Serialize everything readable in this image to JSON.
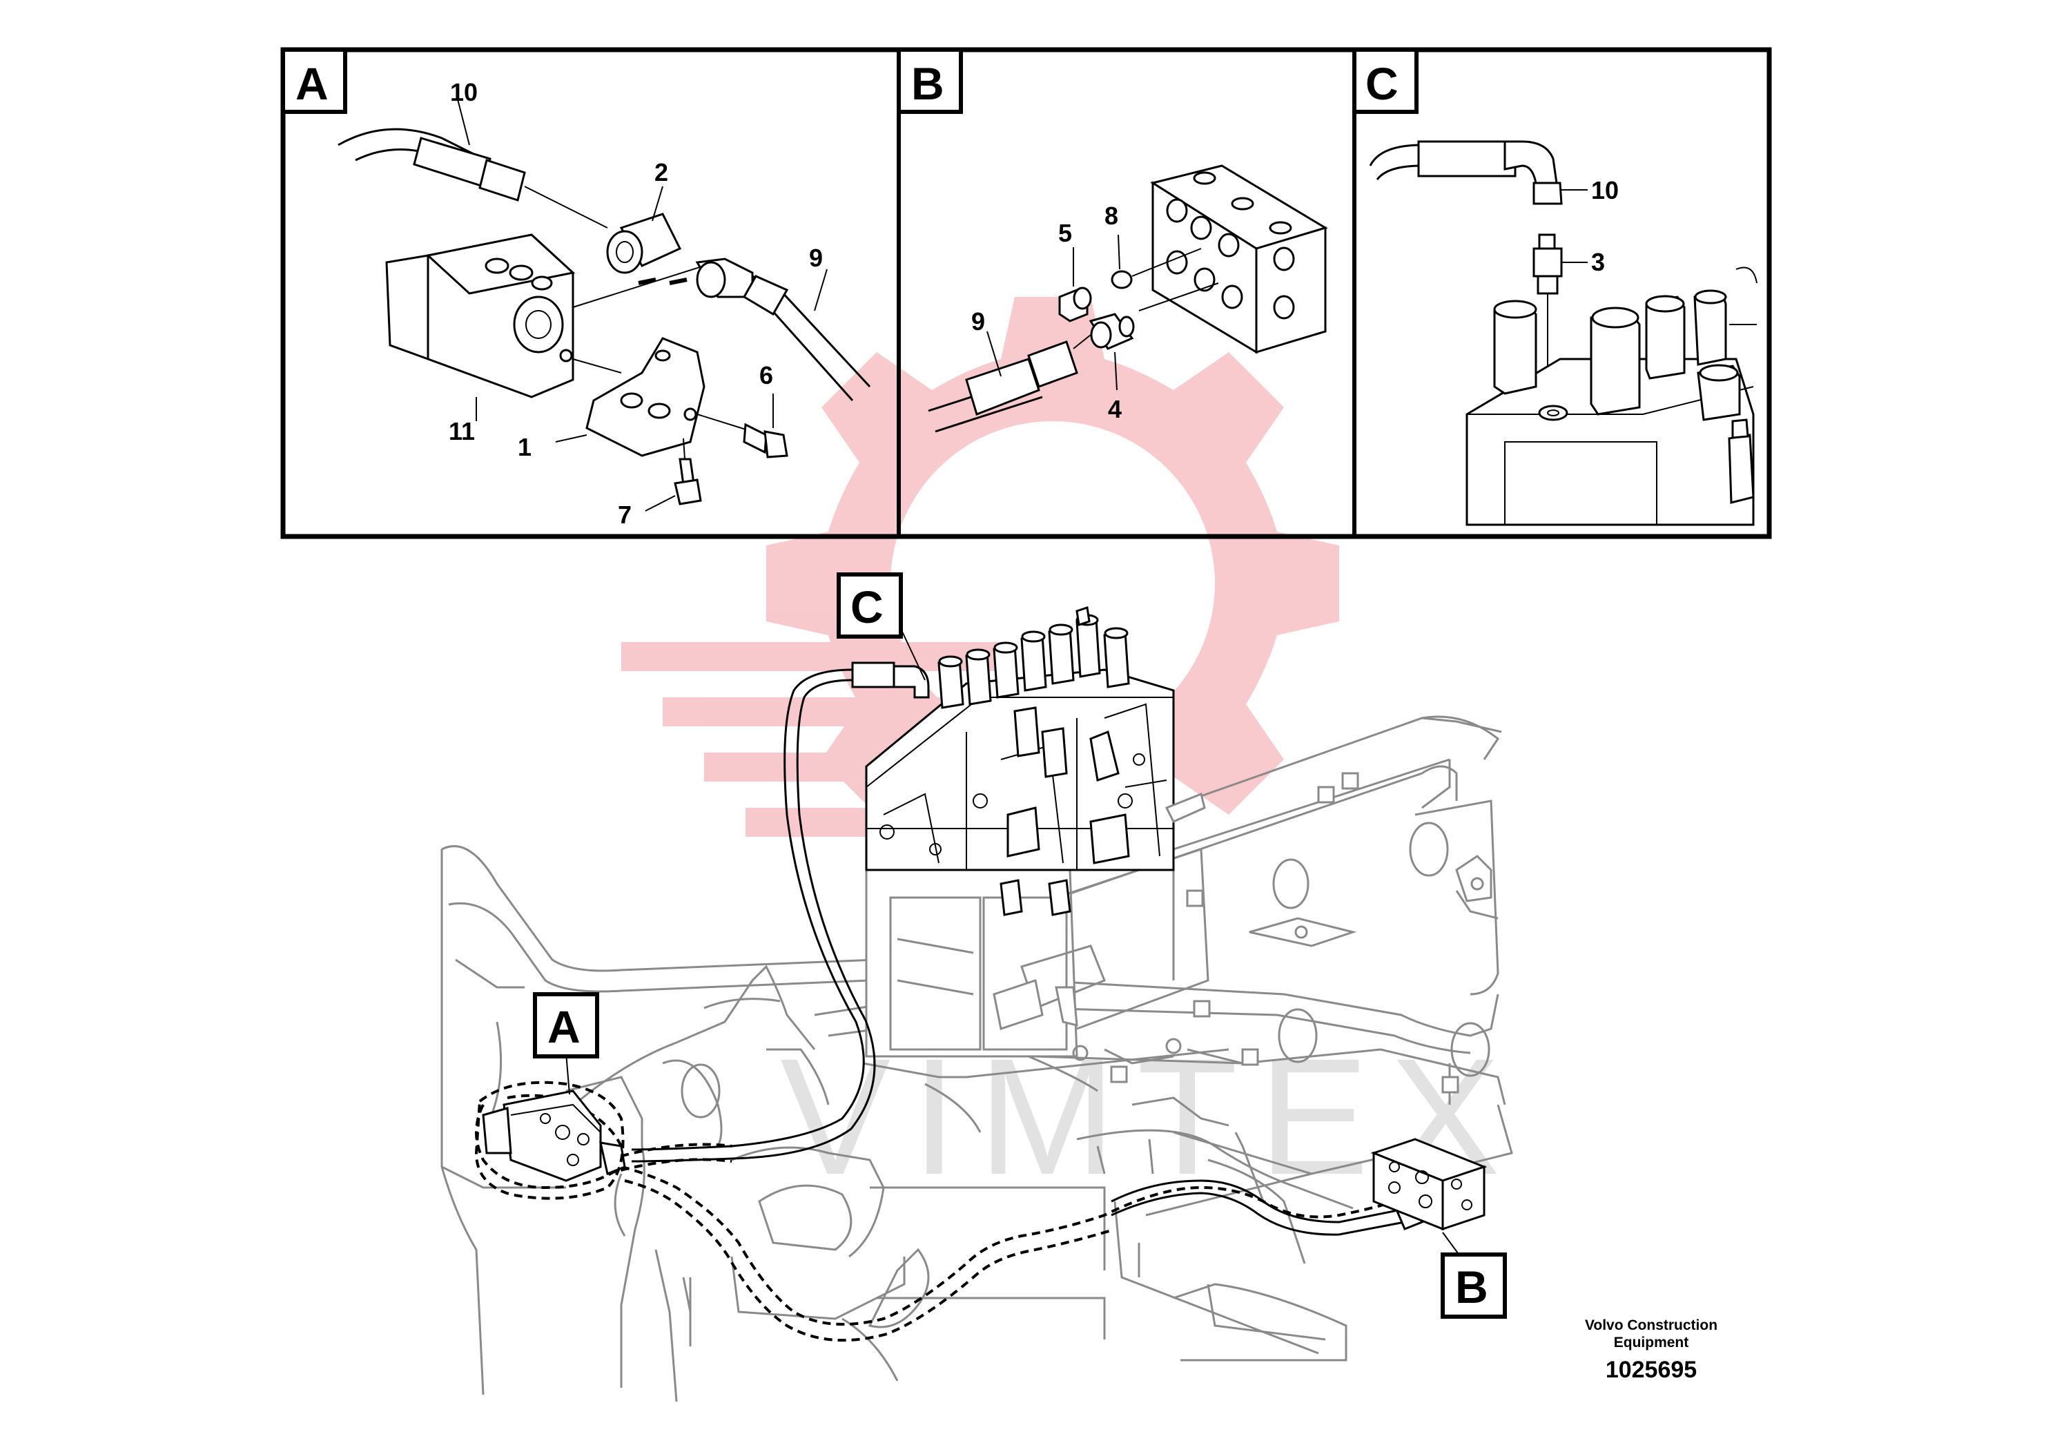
{
  "panels": [
    {
      "letter": "A",
      "callouts": [
        "10",
        "2",
        "9",
        "6",
        "11",
        "1",
        "7"
      ]
    },
    {
      "letter": "B",
      "callouts": [
        "5",
        "8",
        "9",
        "4"
      ]
    },
    {
      "letter": "C",
      "callouts": [
        "10",
        "3"
      ]
    }
  ],
  "overview_labels": {
    "c": "C",
    "a": "A",
    "b": "B"
  },
  "watermark": {
    "text": "VIMTEX",
    "color": "#e8414b"
  },
  "footer": {
    "company_line1": "Volvo Construction",
    "company_line2": "Equipment",
    "drawing_number": "1025695"
  }
}
